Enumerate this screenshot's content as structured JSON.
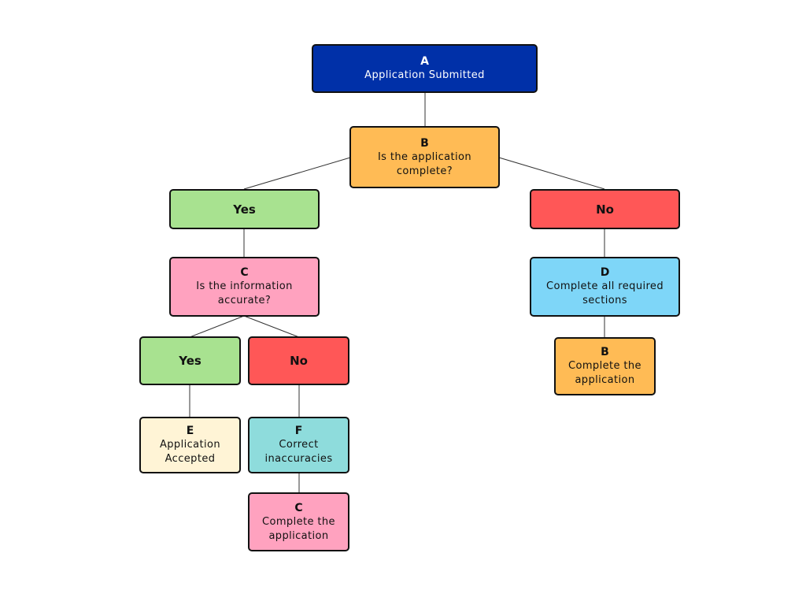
{
  "colors": {
    "navy": "#0030A8",
    "orange": "#FFBB55",
    "green": "#A8E290",
    "red": "#FF5757",
    "pink": "#FFA2BF",
    "sky": "#7ED6F8",
    "cream": "#FFF4D6",
    "teal": "#8EDCDC",
    "line": "#333333"
  },
  "nodes": {
    "a": {
      "id": "A",
      "text": "Application Submitted"
    },
    "b": {
      "id": "B",
      "text": "Is the application complete?"
    },
    "b_yes": {
      "answer": "Yes"
    },
    "b_no": {
      "answer": "No"
    },
    "c": {
      "id": "C",
      "text": "Is the information accurate?"
    },
    "d": {
      "id": "D",
      "text": "Complete all required sections"
    },
    "d_b": {
      "id": "B",
      "text": "Complete the application"
    },
    "c_yes": {
      "answer": "Yes"
    },
    "c_no": {
      "answer": "No"
    },
    "e": {
      "id": "E",
      "text": "Application Accepted"
    },
    "f": {
      "id": "F",
      "text": "Correct inaccuracies"
    },
    "f_c": {
      "id": "C",
      "text": "Complete the application"
    }
  }
}
